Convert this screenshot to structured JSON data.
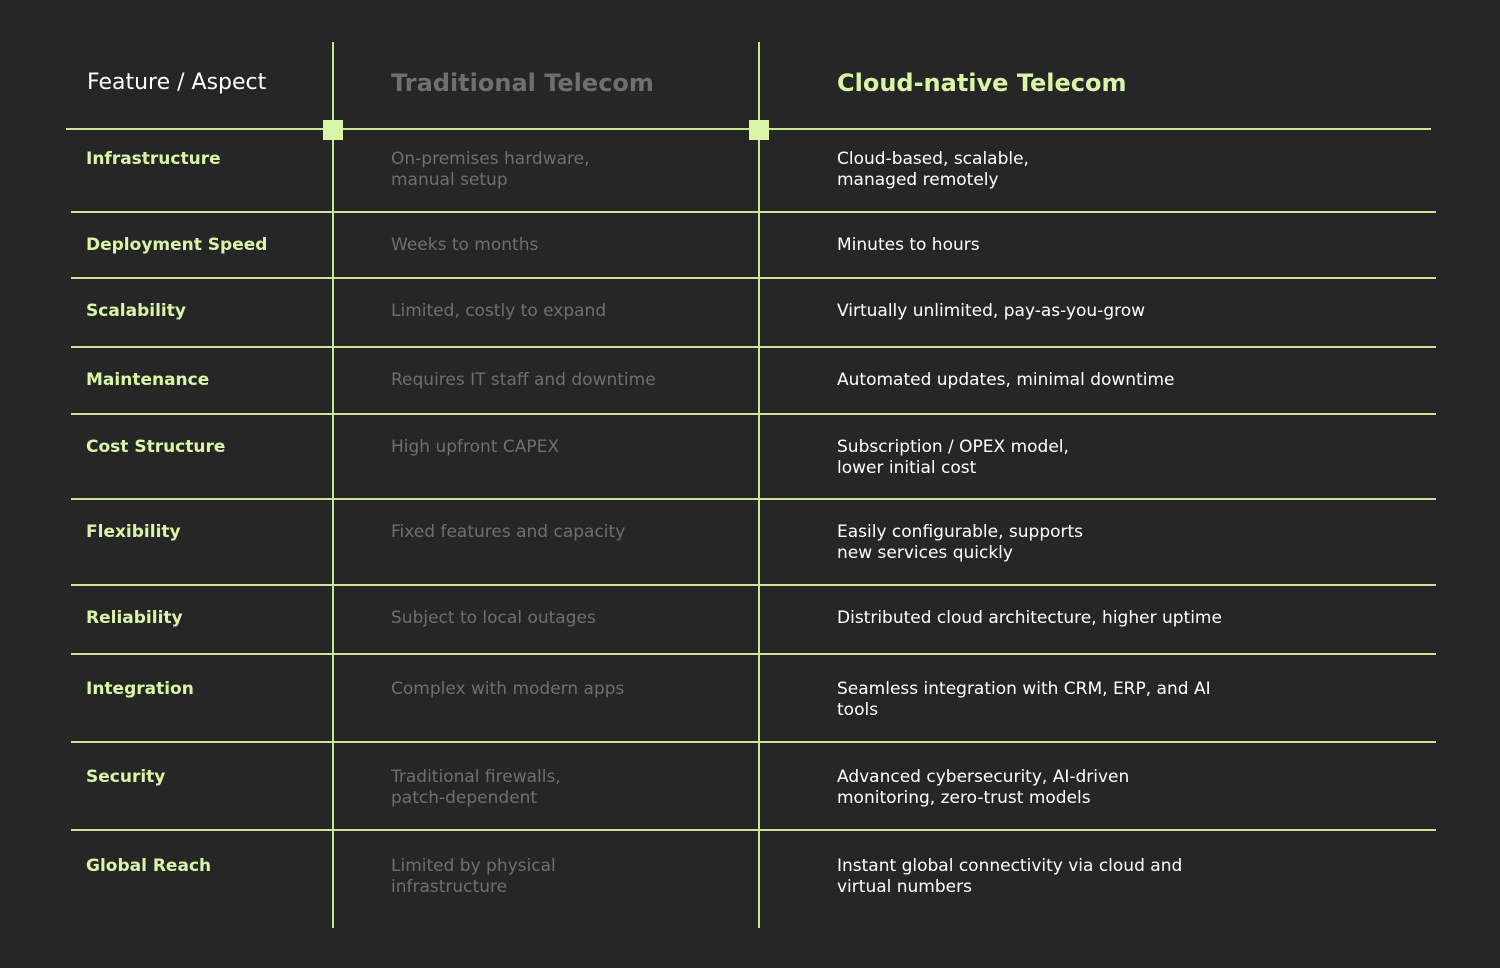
{
  "header": {
    "feature": "Feature / Aspect",
    "traditional": "Traditional Telecom",
    "cloud": "Cloud-native Telecom"
  },
  "rows": [
    {
      "feature": "Infrastructure",
      "traditional": "On-premises hardware,\nmanual setup",
      "cloud": "Cloud-based, scalable,\nmanaged remotely"
    },
    {
      "feature": "Deployment Speed",
      "traditional": "Weeks to months",
      "cloud": "Minutes to hours"
    },
    {
      "feature": "Scalability",
      "traditional": "Limited, costly to expand",
      "cloud": "Virtually unlimited, pay-as-you-grow"
    },
    {
      "feature": "Maintenance",
      "traditional": "Requires IT staff and downtime",
      "cloud": "Automated updates, minimal downtime"
    },
    {
      "feature": "Cost Structure",
      "traditional": "High upfront CAPEX",
      "cloud": "Subscription / OPEX model,\nlower initial cost"
    },
    {
      "feature": "Flexibility",
      "traditional": "Fixed features and capacity",
      "cloud": "Easily configurable, supports\nnew services quickly"
    },
    {
      "feature": "Reliability",
      "traditional": "Subject to local outages",
      "cloud": "Distributed cloud architecture, higher uptime"
    },
    {
      "feature": "Integration",
      "traditional": "Complex with modern apps",
      "cloud": "Seamless integration with CRM, ERP, and AI\ntools"
    },
    {
      "feature": "Security",
      "traditional": "Traditional firewalls,\npatch-dependent",
      "cloud": "Advanced cybersecurity, AI-driven\nmonitoring, zero-trust models"
    },
    {
      "feature": "Global Reach",
      "traditional": "Limited by physical\ninfrastructure",
      "cloud": "Instant global connectivity via cloud and\nvirtual numbers"
    }
  ],
  "colors": {
    "background": "#262626",
    "accent": "#d9f5a8",
    "line": "#c9e59a",
    "muted": "#6f6f6f",
    "text": "#ffffff"
  }
}
